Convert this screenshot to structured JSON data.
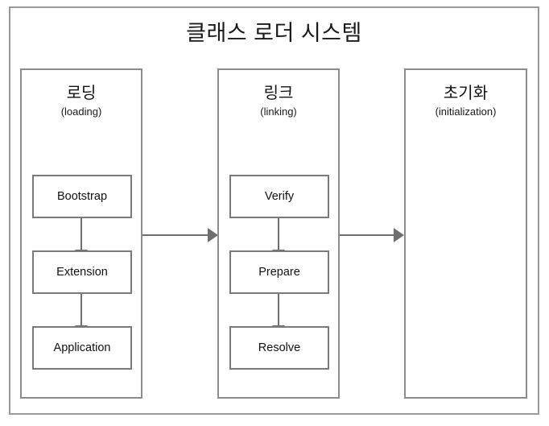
{
  "diagram": {
    "title": "클래스 로더 시스템",
    "phases": [
      {
        "name_ko": "로딩",
        "name_en": "(loading)",
        "steps": [
          {
            "label": "Bootstrap"
          },
          {
            "label": "Extension"
          },
          {
            "label": "Application"
          }
        ]
      },
      {
        "name_ko": "링크",
        "name_en": "(linking)",
        "steps": [
          {
            "label": "Verify"
          },
          {
            "label": "Prepare"
          },
          {
            "label": "Resolve"
          }
        ]
      },
      {
        "name_ko": "초기화",
        "name_en": "(initialization)",
        "steps": []
      }
    ],
    "colors": {
      "outer_border": "#999999",
      "phase_border": "#8c8c8c",
      "step_border": "#7a7a7a",
      "arrow": "#6f6f6f",
      "background": "#ffffff",
      "text": "#1a1a1a"
    }
  }
}
